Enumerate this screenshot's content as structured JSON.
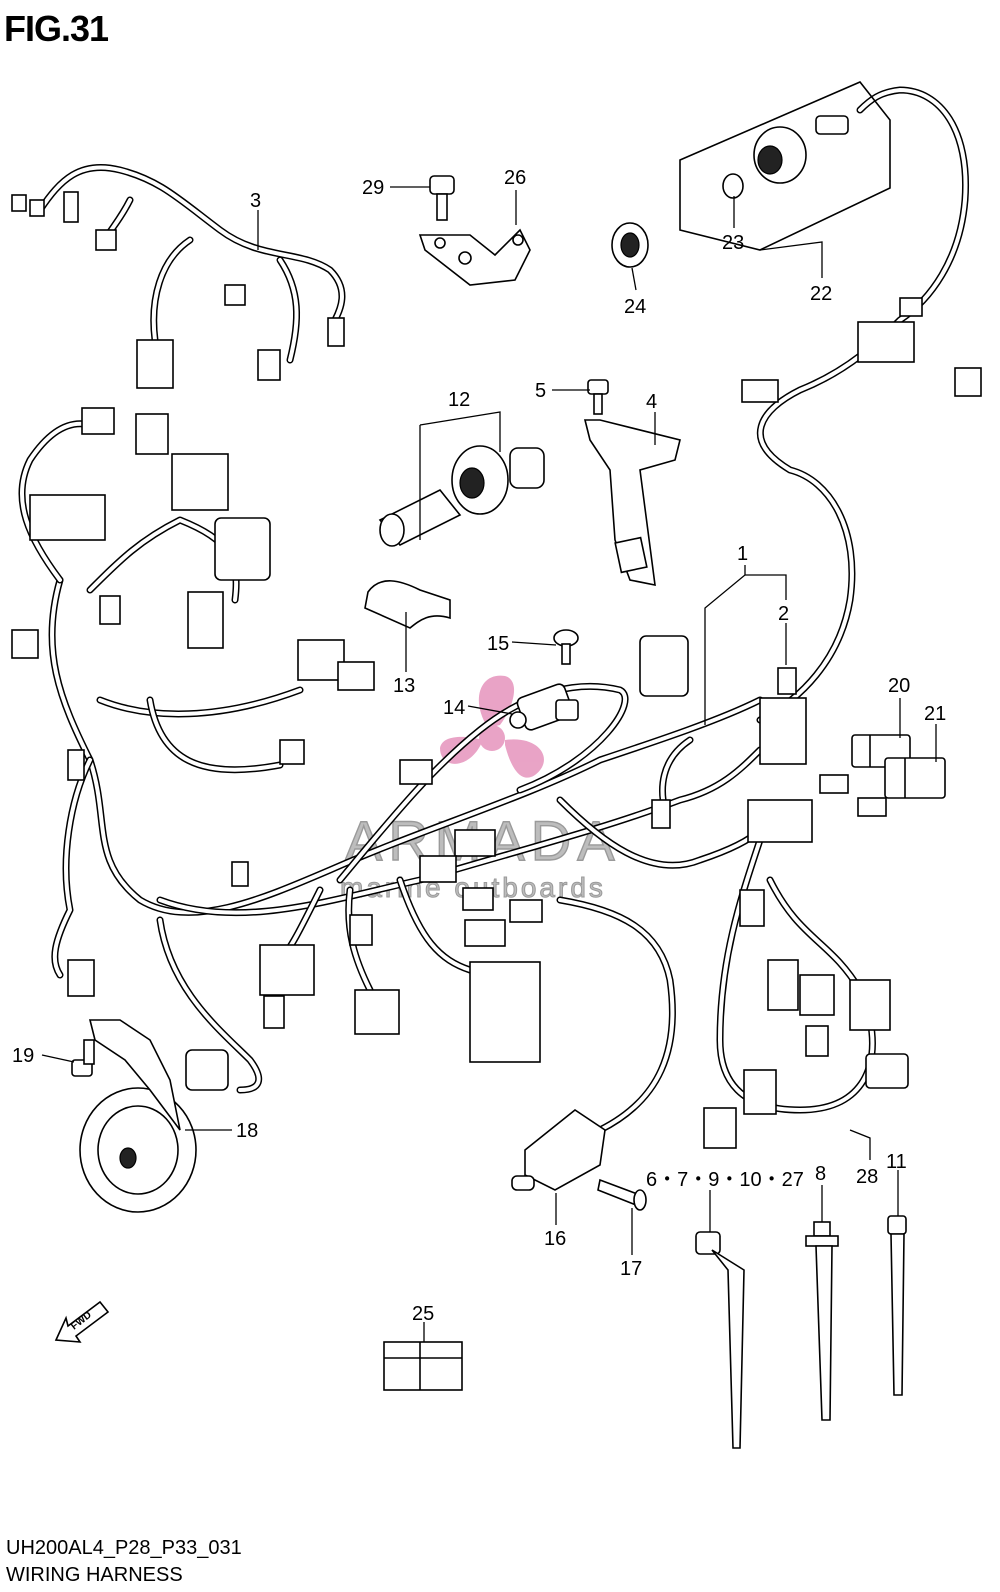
{
  "figure": {
    "title": "FIG.31",
    "code": "UH200AL4_P28_P33_031",
    "name": "WIRING HARNESS"
  },
  "watermark": {
    "brand": "ARMADA",
    "tagline": "marine outboards",
    "color": "#e79ac0"
  },
  "fwd_label": "FWD",
  "callouts": [
    {
      "id": "c1",
      "text": "1"
    },
    {
      "id": "c2",
      "text": "2"
    },
    {
      "id": "c3",
      "text": "3"
    },
    {
      "id": "c4",
      "text": "4"
    },
    {
      "id": "c5",
      "text": "5"
    },
    {
      "id": "c6",
      "text": "6・7・9・10・27"
    },
    {
      "id": "c8",
      "text": "8"
    },
    {
      "id": "c11",
      "text": "11"
    },
    {
      "id": "c12",
      "text": "12"
    },
    {
      "id": "c13",
      "text": "13"
    },
    {
      "id": "c14",
      "text": "14"
    },
    {
      "id": "c15",
      "text": "15"
    },
    {
      "id": "c16",
      "text": "16"
    },
    {
      "id": "c17",
      "text": "17"
    },
    {
      "id": "c18",
      "text": "18"
    },
    {
      "id": "c19",
      "text": "19"
    },
    {
      "id": "c20",
      "text": "20"
    },
    {
      "id": "c21",
      "text": "21"
    },
    {
      "id": "c22",
      "text": "22"
    },
    {
      "id": "c23",
      "text": "23"
    },
    {
      "id": "c24",
      "text": "24"
    },
    {
      "id": "c25",
      "text": "25"
    },
    {
      "id": "c26",
      "text": "26"
    },
    {
      "id": "c28",
      "text": "28"
    },
    {
      "id": "c29",
      "text": "29"
    }
  ]
}
